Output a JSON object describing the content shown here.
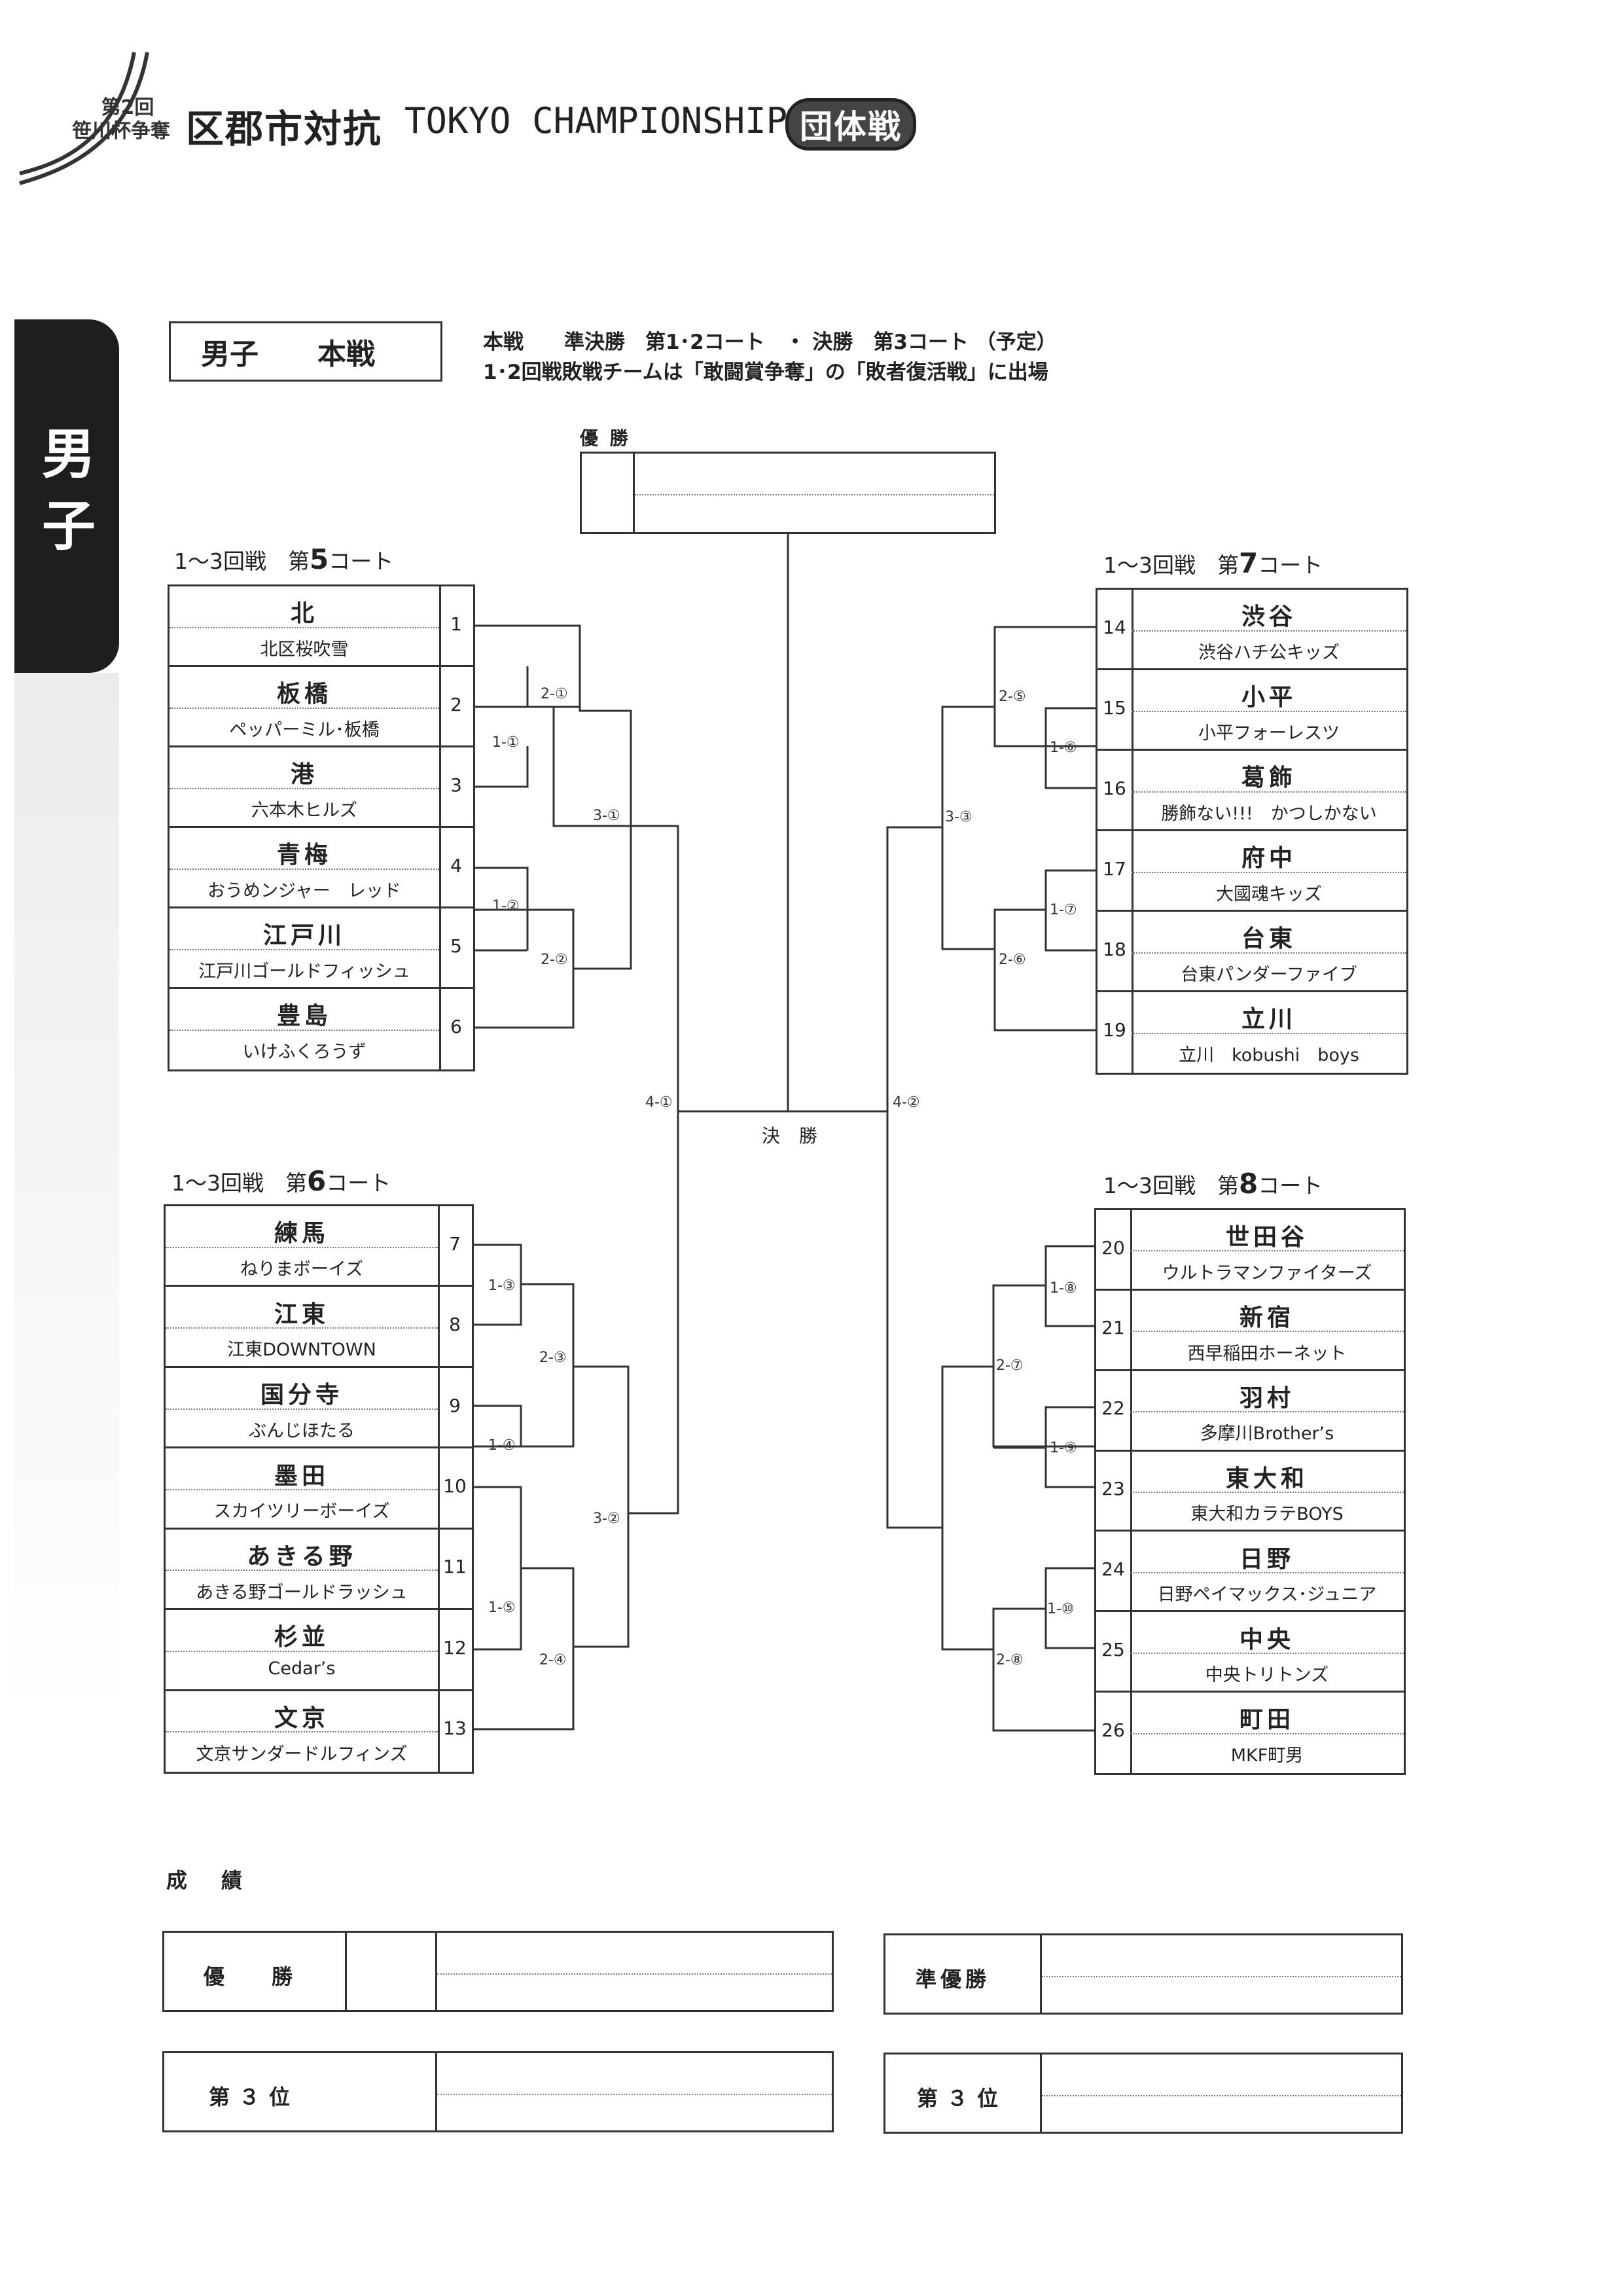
{
  "header": {
    "edition_line1": "第2回",
    "edition_line2": "笹川杯争奪",
    "title_kanji": "区郡市対抗",
    "title_en": "TOKYO CHAMPIONSHIP",
    "badge": "団体戦"
  },
  "side_tab": {
    "label_1": "男",
    "label_2": "子"
  },
  "section": {
    "title_a": "男子",
    "title_b": "本戦",
    "note_line1": "本戦　　準決勝　第1･2コート　・ 決勝　第3コート （予定）",
    "note_line2": "1･2回戦敗戦チームは「敢闘賞争奪」の「敗者復活戦」に出場"
  },
  "champion_label": "優 勝",
  "final_label": "決 勝",
  "courts": {
    "c5": {
      "prefix": "1～3回戦　第",
      "num": "5",
      "suffix": "コート"
    },
    "c6": {
      "prefix": "1～3回戦　第",
      "num": "6",
      "suffix": "コート"
    },
    "c7": {
      "prefix": "1～3回戦　第",
      "num": "7",
      "suffix": "コート"
    },
    "c8": {
      "prefix": "1～3回戦　第",
      "num": "8",
      "suffix": "コート"
    }
  },
  "teams": [
    {
      "seed": "1",
      "region": "北",
      "team": "北区桜吹雪"
    },
    {
      "seed": "2",
      "region": "板橋",
      "team": "ペッパーミル･板橋"
    },
    {
      "seed": "3",
      "region": "港",
      "team": "六本木ヒルズ"
    },
    {
      "seed": "4",
      "region": "青梅",
      "team": "おうめンジャー　レッド"
    },
    {
      "seed": "5",
      "region": "江戸川",
      "team": "江戸川ゴールドフィッシュ"
    },
    {
      "seed": "6",
      "region": "豊島",
      "team": "いけふくろうず"
    },
    {
      "seed": "7",
      "region": "練馬",
      "team": "ねりまボーイズ"
    },
    {
      "seed": "8",
      "region": "江東",
      "team": "江東DOWNTOWN"
    },
    {
      "seed": "9",
      "region": "国分寺",
      "team": "ぶんじほたる"
    },
    {
      "seed": "10",
      "region": "墨田",
      "team": "スカイツリーボーイズ"
    },
    {
      "seed": "11",
      "region": "あきる野",
      "team": "あきる野ゴールドラッシュ"
    },
    {
      "seed": "12",
      "region": "杉並",
      "team": "Cedar’s"
    },
    {
      "seed": "13",
      "region": "文京",
      "team": "文京サンダードルフィンズ"
    },
    {
      "seed": "14",
      "region": "渋谷",
      "team": "渋谷ハチ公キッズ"
    },
    {
      "seed": "15",
      "region": "小平",
      "team": "小平フォーレスツ"
    },
    {
      "seed": "16",
      "region": "葛飾",
      "team": "勝飾ない!!!　かつしかない"
    },
    {
      "seed": "17",
      "region": "府中",
      "team": "大國魂キッズ"
    },
    {
      "seed": "18",
      "region": "台東",
      "team": "台東パンダーファイブ"
    },
    {
      "seed": "19",
      "region": "立川",
      "team": "立川　kobushi　boys"
    },
    {
      "seed": "20",
      "region": "世田谷",
      "team": "ウルトラマンファイターズ"
    },
    {
      "seed": "21",
      "region": "新宿",
      "team": "西早稲田ホーネット"
    },
    {
      "seed": "22",
      "region": "羽村",
      "team": "多摩川Brother’s"
    },
    {
      "seed": "23",
      "region": "東大和",
      "team": "東大和カラテBOYS"
    },
    {
      "seed": "24",
      "region": "日野",
      "team": "日野ペイマックス･ジュニア"
    },
    {
      "seed": "25",
      "region": "中央",
      "team": "中央トリトンズ"
    },
    {
      "seed": "26",
      "region": "町田",
      "team": "MKF町男"
    }
  ],
  "matches": {
    "m1_1": "1-①",
    "m1_2": "1-②",
    "m1_3": "1-③",
    "m1_4": "1-④",
    "m1_5": "1-⑤",
    "m1_6": "1-⑥",
    "m1_7": "1-⑦",
    "m1_8": "1-⑧",
    "m1_9": "1-⑨",
    "m1_10": "1-⑩",
    "m2_1": "2-①",
    "m2_2": "2-②",
    "m2_3": "2-③",
    "m2_4": "2-④",
    "m2_5": "2-⑤",
    "m2_6": "2-⑥",
    "m2_7": "2-⑦",
    "m2_8": "2-⑧",
    "m3_1": "3-①",
    "m3_2": "3-②",
    "m3_3": "3-③",
    "m4_1": "4-①",
    "m4_2": "4-②"
  },
  "results": {
    "label": "成　績",
    "champion": "優　勝",
    "runner_up": "準優勝",
    "third_a": "第３位",
    "third_b": "第３位"
  }
}
